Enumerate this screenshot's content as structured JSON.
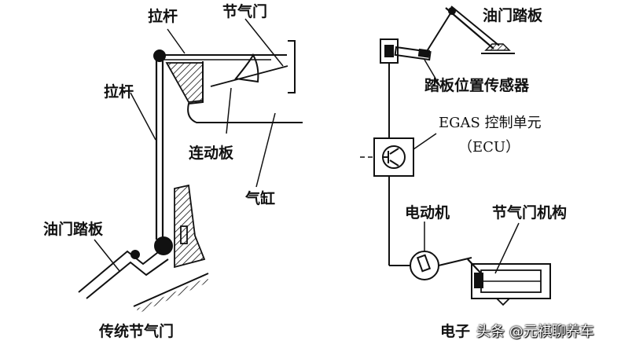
{
  "left_panel": {
    "caption": "传统节气门",
    "labels": {
      "pull_rod_top": "拉杆",
      "throttle_valve": "节气门",
      "pull_rod_side": "拉杆",
      "linkage_plate": "连动板",
      "cylinder": "气缸",
      "accelerator_pedal": "油门踏板"
    }
  },
  "right_panel": {
    "caption_prefix": "电子",
    "labels": {
      "accelerator_pedal": "油门踏板",
      "pedal_position_sensor": "踏板位置传感器",
      "egas_control_unit": "EGAS 控制单元",
      "ecu": "（ECU）",
      "electric_motor": "电动机",
      "throttle_mechanism": "节气门机构"
    }
  },
  "watermark": {
    "text": "头条 @元祺聊养车"
  }
}
